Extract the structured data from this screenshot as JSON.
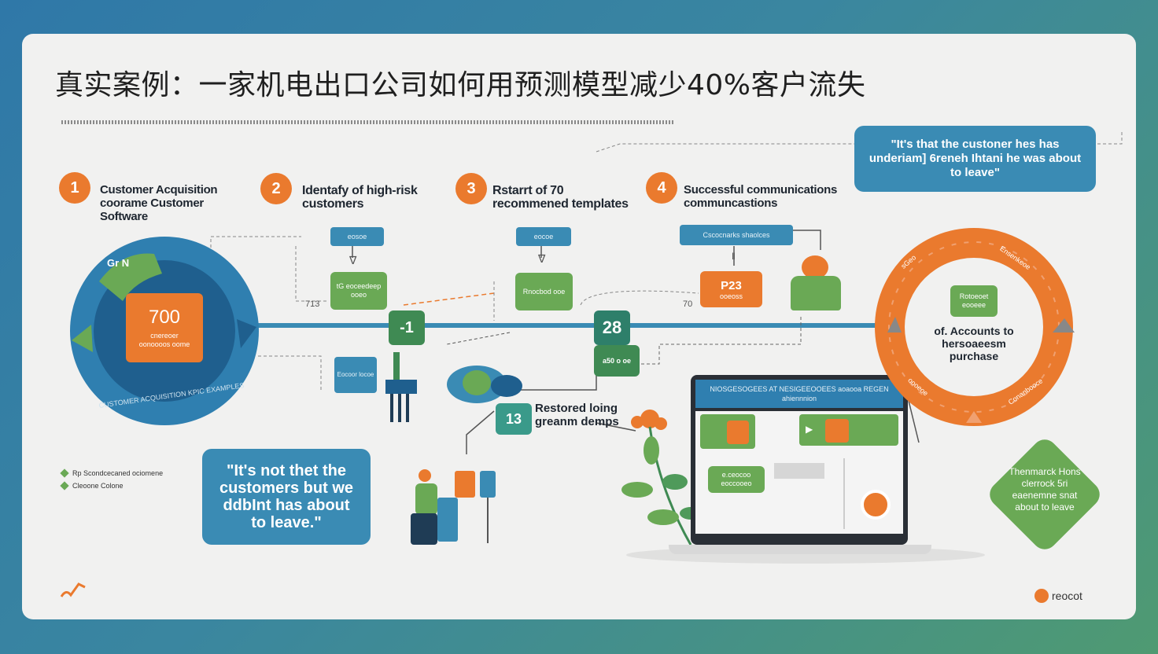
{
  "title": "真实案例：一家机电出口公司如何用预测模型减少40%客户流失",
  "steps": [
    {
      "num": "1",
      "label": "Customer Acquisition coorame Customer Software"
    },
    {
      "num": "2",
      "label": "Identafy of high-risk customers"
    },
    {
      "num": "3",
      "label": "Rstarrt of 70 recommened templates"
    },
    {
      "num": "4",
      "label": "Successful communications communcastions"
    }
  ],
  "quote_top": "\"It's that the custoner hes has underiam] 6reneh Ihtani he was about to leave\"",
  "quote_bottom": "\"It's not thet the customers but we ddbInt has about to leave.\"",
  "left_ring": {
    "center_value": "700",
    "center_sub": "cnereoer oonoooos oome",
    "top_label": "Gr N",
    "ring_caption": "CUSTOMER ACQUISITION KPIC EXAMPLES"
  },
  "pills": {
    "step2": "eosoe",
    "step3": "eocoe",
    "step4": "Cscocnarks shaolces"
  },
  "boxes": {
    "step2_box": "tG eoceedeep ooeo",
    "step3_box": "Rnocbod ooe",
    "step4_value": "P23",
    "step4_sub": "ooeoss",
    "small_blue": "Eocoor locoe"
  },
  "timeline": {
    "n1": "-1",
    "n2": "28",
    "n3": "a50 o oe",
    "n4": "13",
    "left_num": "713",
    "mid_num": "70"
  },
  "restored": "Restored loing greanm demps",
  "right_ring": {
    "green_tag": "Rotoeoet eooeee",
    "text": "of. Accounts to hersoaeesm purchase",
    "ring_top": "Ensenkeoe",
    "ring_right": "Conanbooce",
    "ring_bottom": "oooeoe",
    "ring_left": "sGeo"
  },
  "laptop": {
    "header": "NIOSGESOGEES AT NESIGEEOOEES aoaooa REGEN ahiennnion",
    "button": "e.ceocoo eoccooeo"
  },
  "diamond_text": "Thenmarck Hons clerrock 5ri eaenemne snat about to leave",
  "legend": [
    {
      "label": "Rp Scondcecaned ociomene"
    },
    {
      "label": "Cleoone Colone"
    }
  ],
  "brand": "reocot",
  "colors": {
    "blue": "#3a8bb4",
    "orange": "#ea7a2e",
    "green": "#6aa955",
    "dark_green": "#3f8a53"
  }
}
